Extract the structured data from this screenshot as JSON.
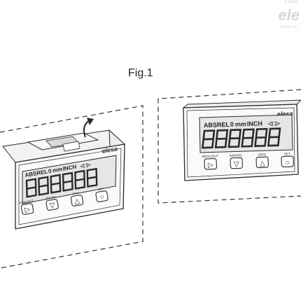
{
  "watermark": {
    "copyright": "© Copyri",
    "logo": "ele",
    "logo_sub": "www.el"
  },
  "figure": {
    "title": "Fig.1"
  },
  "device": {
    "brand": "elesa",
    "indicators": [
      "ABS",
      "REL",
      "0",
      "mm",
      "INCH"
    ],
    "digit_count": 6,
    "buttons": [
      {
        "label": "MENU/OUT",
        "symbol": "▷"
      },
      {
        "label": "ABS/REL",
        "symbol": "▽"
      },
      {
        "label": "ORIG",
        "symbol": "△"
      },
      {
        "label": "SET",
        "symbol": "○"
      }
    ]
  },
  "colors": {
    "stroke": "#2a2a2a",
    "screen": "#e6e6e6",
    "dashed": "#333333"
  }
}
